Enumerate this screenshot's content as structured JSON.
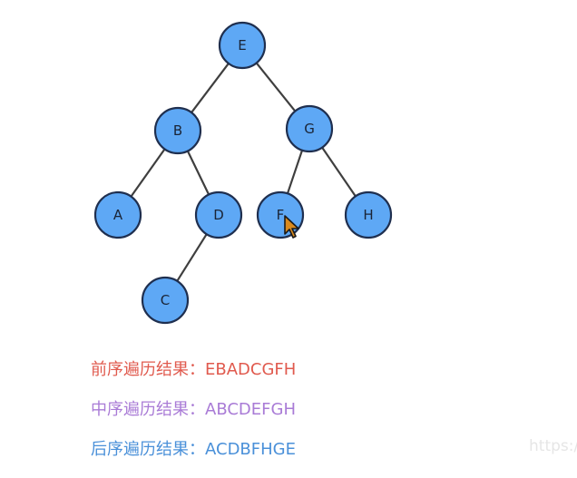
{
  "tree": {
    "nodes": [
      {
        "id": "E",
        "label": "E"
      },
      {
        "id": "B",
        "label": "B"
      },
      {
        "id": "G",
        "label": "G"
      },
      {
        "id": "A",
        "label": "A"
      },
      {
        "id": "D",
        "label": "D"
      },
      {
        "id": "F",
        "label": "F"
      },
      {
        "id": "H",
        "label": "H"
      },
      {
        "id": "C",
        "label": "C"
      }
    ],
    "edges": [
      [
        "E",
        "B"
      ],
      [
        "E",
        "G"
      ],
      [
        "B",
        "A"
      ],
      [
        "B",
        "D"
      ],
      [
        "G",
        "F"
      ],
      [
        "G",
        "H"
      ],
      [
        "D",
        "C"
      ]
    ]
  },
  "results": [
    {
      "label": "前序遍历结果：",
      "value": "EBADCGFH",
      "color": "#e05a4e"
    },
    {
      "label": "中序遍历结果：",
      "value": "ABCDEFGH",
      "color": "#a97bd6"
    },
    {
      "label": "后序遍历结果：",
      "value": "ACDBFHGE",
      "color": "#4a90d9"
    }
  ],
  "watermark": "https:/"
}
